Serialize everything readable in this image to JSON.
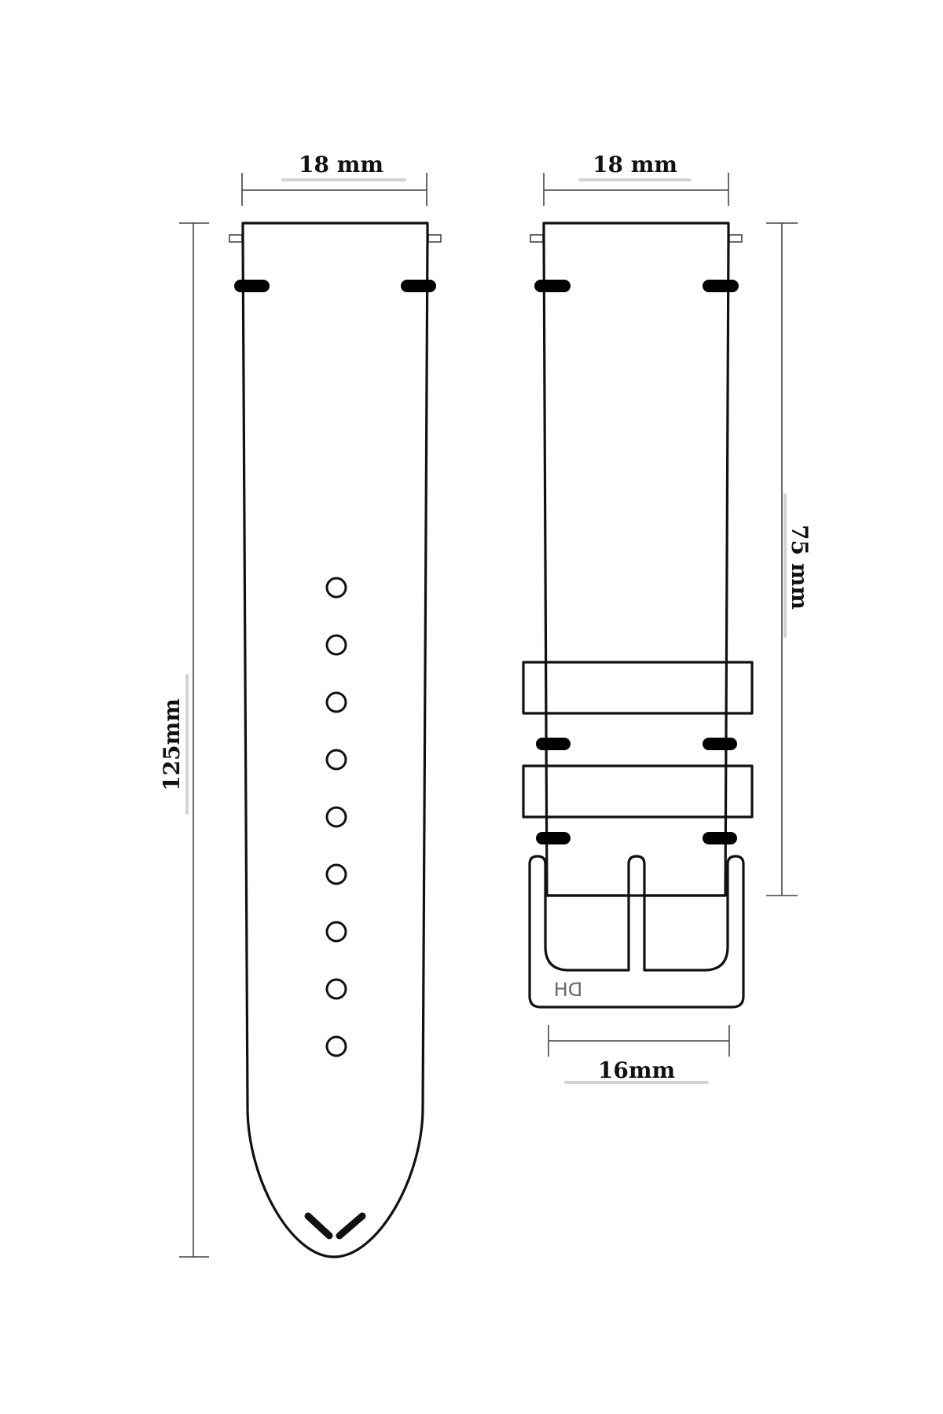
{
  "dimensions": {
    "long_strap_width": "18 mm",
    "buckle_strap_width": "18 mm",
    "long_strap_length": "125mm",
    "buckle_strap_length": "75 mm",
    "buckle_width": "16mm"
  },
  "buckle": {
    "engraving": "DH"
  },
  "colors": {
    "line": "#111111",
    "background": "#ffffff"
  },
  "long_strap": {
    "hole_count": 9
  }
}
